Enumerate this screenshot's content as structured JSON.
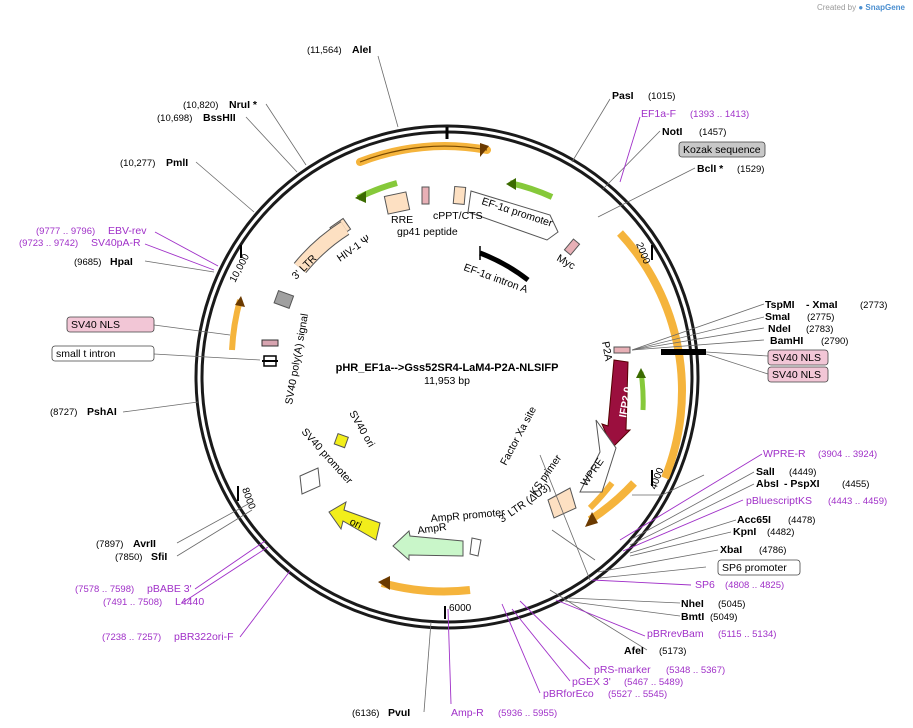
{
  "credit": {
    "prefix": "Created by",
    "brand": "SnapGene"
  },
  "plasmid": {
    "name": "pHR_EF1a-->Gss52SR4-LaM4-P2A-NLSIFP",
    "length_label": "11,953 bp"
  },
  "ticks": [
    "2000",
    "4000",
    "6000",
    "8000",
    "10,000"
  ],
  "sites": [
    {
      "name": "AleI",
      "pos": "(11,564)"
    },
    {
      "name": "NruI *",
      "pos": "(10,820)"
    },
    {
      "name": "BssHII",
      "pos": "(10,698)"
    },
    {
      "name": "PmlI",
      "pos": "(10,277)"
    },
    {
      "name": "HpaI",
      "pos": "(9685)"
    },
    {
      "name": "PshAI",
      "pos": "(8727)"
    },
    {
      "name": "AvrII",
      "pos": "(7897)"
    },
    {
      "name": "SfiI",
      "pos": "(7850)"
    },
    {
      "name": "PvuI",
      "pos": "(6136)"
    },
    {
      "name": "PasI",
      "pos": "(1015)"
    },
    {
      "name": "NotI",
      "pos": "(1457)"
    },
    {
      "name": "BclI *",
      "pos": "(1529)"
    },
    {
      "name": "TspMI",
      "pos": "(2773)",
      "name2": "XmaI"
    },
    {
      "name": "SmaI",
      "pos": "(2775)"
    },
    {
      "name": "NdeI",
      "pos": "(2783)"
    },
    {
      "name": "BamHI",
      "pos": "(2790)"
    },
    {
      "name": "SalI",
      "pos": "(4449)"
    },
    {
      "name": "AbsI",
      "pos": "(4455)",
      "name2": "PspXI"
    },
    {
      "name": "Acc65I",
      "pos": "(4478)"
    },
    {
      "name": "KpnI",
      "pos": "(4482)"
    },
    {
      "name": "XbaI",
      "pos": "(4786)"
    },
    {
      "name": "NheI",
      "pos": "(5045)"
    },
    {
      "name": "BmtI",
      "pos": "(5049)"
    },
    {
      "name": "AfeI",
      "pos": "(5173)"
    }
  ],
  "primers": [
    {
      "name": "EF1a-F",
      "pos": "(1393 .. 1413)"
    },
    {
      "name": "EBV-rev",
      "pos": "(9777 .. 9796)"
    },
    {
      "name": "SV40pA-R",
      "pos": "(9723 .. 9742)"
    },
    {
      "name": "pBABE 3'",
      "pos": "(7578 .. 7598)"
    },
    {
      "name": "L4440",
      "pos": "(7491 .. 7508)"
    },
    {
      "name": "pBR322ori-F",
      "pos": "(7238 .. 7257)"
    },
    {
      "name": "Amp-R",
      "pos": "(5936 .. 5955)"
    },
    {
      "name": "WPRE-R",
      "pos": "(3904 .. 3924)"
    },
    {
      "name": "pBluescriptKS",
      "pos": "(4443 .. 4459)"
    },
    {
      "name": "SP6",
      "pos": "(4808 .. 4825)"
    },
    {
      "name": "pBRrevBam",
      "pos": "(5115 .. 5134)"
    },
    {
      "name": "pRS-marker",
      "pos": "(5348 .. 5367)"
    },
    {
      "name": "pGEX 3'",
      "pos": "(5467 .. 5489)"
    },
    {
      "name": "pBRforEco",
      "pos": "(5527 .. 5545)"
    }
  ],
  "boxed": [
    {
      "text": "Kozak sequence",
      "style": "gray"
    },
    {
      "text": "SV40 NLS",
      "style": "pink"
    },
    {
      "text": "SV40 NLS",
      "style": "pink"
    },
    {
      "text": "SV40 NLS",
      "style": "pink"
    },
    {
      "text": "small t intron",
      "style": "white"
    },
    {
      "text": "SP6 promoter",
      "style": "white"
    }
  ],
  "features": {
    "rre": "RRE",
    "gp41": "gp41 peptide",
    "cppt": "cPPT/CTS",
    "ef1a_promoter": "EF-1α promoter",
    "myc": "Myc",
    "ef1a_intron": "EF-1α intron A",
    "hiv1": "HIV-1 Ψ",
    "ltr3": "3' LTR",
    "sv40polya": "SV40 poly(A) signal",
    "p2a": "P2A",
    "ifp": "IFP2.0",
    "factor_xa": "Factor Xa site",
    "ks_primer": "KS primer",
    "wpre": "WPRE",
    "ltr_du3": "3' LTR (ΔU3)",
    "ampr_promoter": "AmpR promoter",
    "ampr": "AmpR",
    "ori": "ori",
    "sv40_ori": "SV40 ori",
    "sv40_promoter": "SV40 promoter"
  },
  "colors": {
    "backbone": "#1a1a1a",
    "orange": "#f5b43c",
    "green": "#86c93a",
    "ifp": "#9b0f3e",
    "ampr": "#c9f6c9",
    "ori": "#f2ee1a",
    "primer": "#a030c8",
    "peach": "#fde0c2",
    "pinkbox": "#f2c6d6"
  }
}
